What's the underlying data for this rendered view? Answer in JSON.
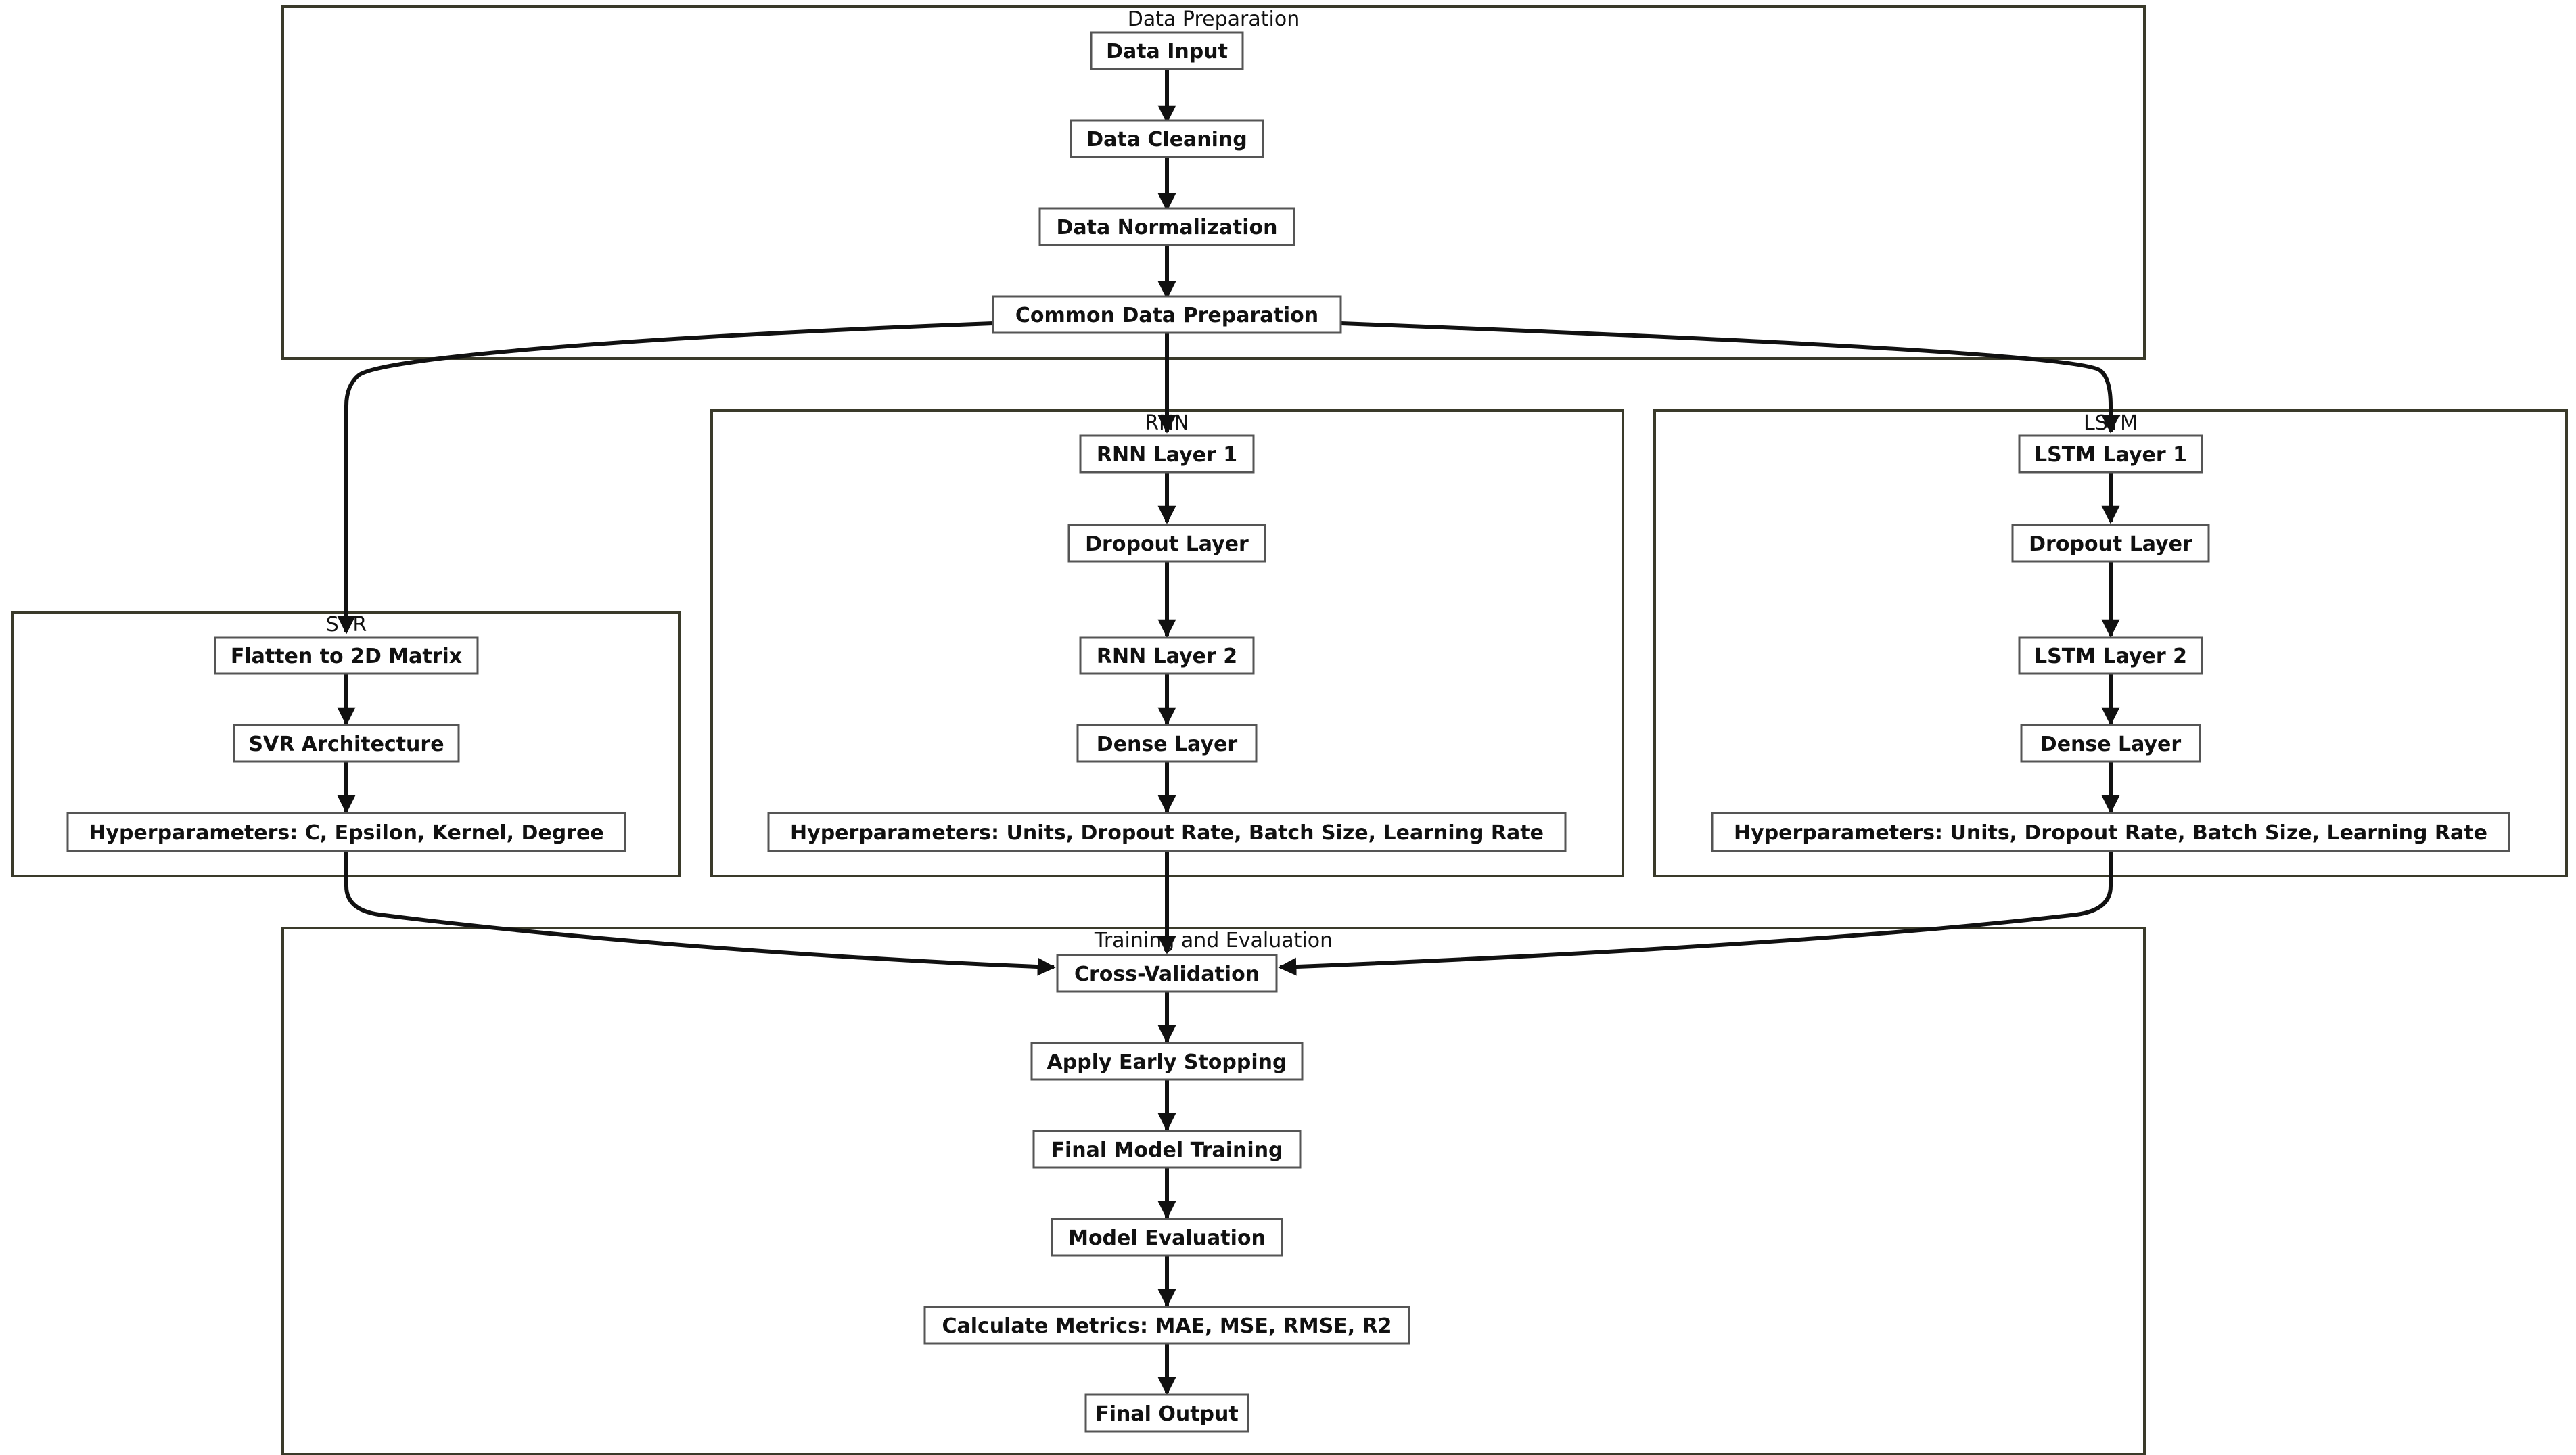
{
  "clusters": {
    "prep": {
      "title": "Data Preparation"
    },
    "svr": {
      "title": "SVR"
    },
    "rnn": {
      "title": "RNN"
    },
    "lstm": {
      "title": "LSTM"
    },
    "train": {
      "title": "Training and Evaluation"
    }
  },
  "nodes": {
    "data_input": "Data Input",
    "data_cleaning": "Data Cleaning",
    "data_normalization": "Data Normalization",
    "common_prep": "Common Data Preparation",
    "svr_flatten": "Flatten to 2D Matrix",
    "svr_arch": "SVR Architecture",
    "svr_hyper": "Hyperparameters: C, Epsilon, Kernel, Degree",
    "rnn_layer1": "RNN Layer 1",
    "rnn_dropout": "Dropout Layer",
    "rnn_layer2": "RNN Layer 2",
    "rnn_dense": "Dense Layer",
    "rnn_hyper": "Hyperparameters: Units, Dropout Rate, Batch Size, Learning Rate",
    "lstm_layer1": "LSTM Layer 1",
    "lstm_dropout": "Dropout Layer",
    "lstm_layer2": "LSTM Layer 2",
    "lstm_dense": "Dense Layer",
    "lstm_hyper": "Hyperparameters: Units, Dropout Rate, Batch Size, Learning Rate",
    "cross_val": "Cross-Validation",
    "early_stop": "Apply Early Stopping",
    "final_train": "Final Model Training",
    "model_eval": "Model Evaluation",
    "metrics": "Calculate Metrics: MAE, MSE, RMSE, R2",
    "final_output": "Final Output"
  }
}
